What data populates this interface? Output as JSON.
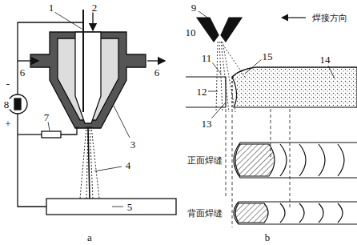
{
  "diagram": {
    "labels": [
      "1",
      "2",
      "-",
      "6",
      "8",
      "+",
      "6",
      "7",
      "3",
      "4",
      "5",
      "a",
      "9",
      "10",
      "焊接方向",
      "11",
      "15",
      "14",
      "12",
      "13",
      "正面焊缝",
      "背面焊缝",
      "b"
    ]
  }
}
